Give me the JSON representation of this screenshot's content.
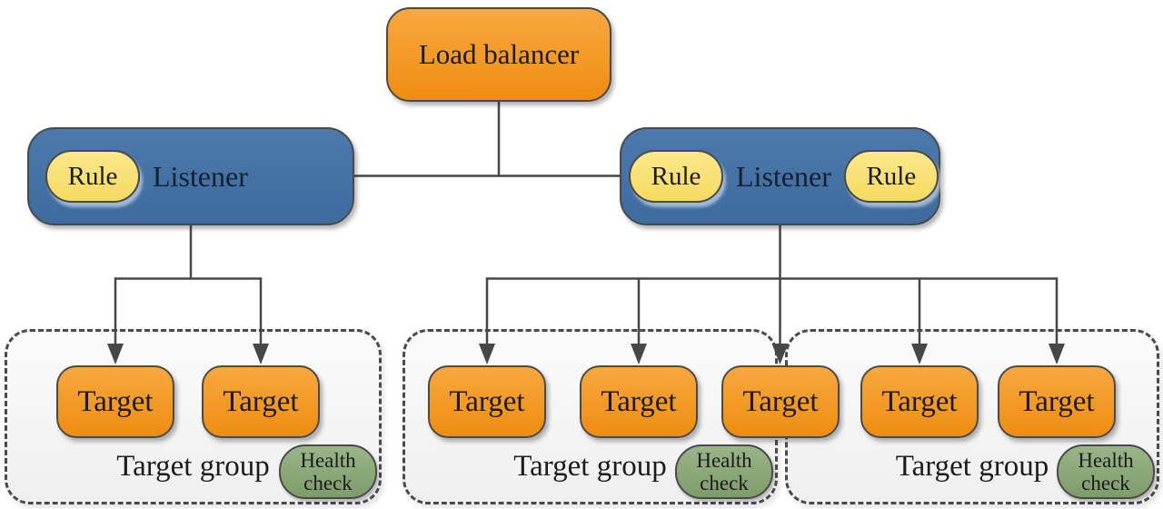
{
  "colors": {
    "canvas-bg": "#ffffff",
    "orange-top": "#f8a83f",
    "orange-bottom": "#ee8d10",
    "blue-top": "#4c7aad",
    "blue-bottom": "#3e6b9f",
    "yellow-top": "#fbe88a",
    "yellow-bottom": "#f6db61",
    "green-top": "#9ab588",
    "green-bottom": "#7e9c6a",
    "group-bg-top": "#fbfbfb",
    "group-bg-bottom": "#efeff0",
    "group-border": "#4a4a4a",
    "node-border": "#4a4a4a",
    "line": "#474747",
    "text": "#1b1b1b"
  },
  "nodes": {
    "load_balancer": "Load balancer",
    "listener_left": {
      "label": "Listener",
      "rule": "Rule"
    },
    "listener_right": {
      "label": "Listener",
      "rule_left": "Rule",
      "rule_right": "Rule"
    },
    "targets": [
      "Target",
      "Target",
      "Target",
      "Target",
      "Target",
      "Target",
      "Target"
    ],
    "groups": [
      {
        "label": "Target group",
        "health_check": "Health check"
      },
      {
        "label": "Target group",
        "health_check": "Health check"
      },
      {
        "label": "Target group",
        "health_check": "Health check"
      }
    ]
  }
}
